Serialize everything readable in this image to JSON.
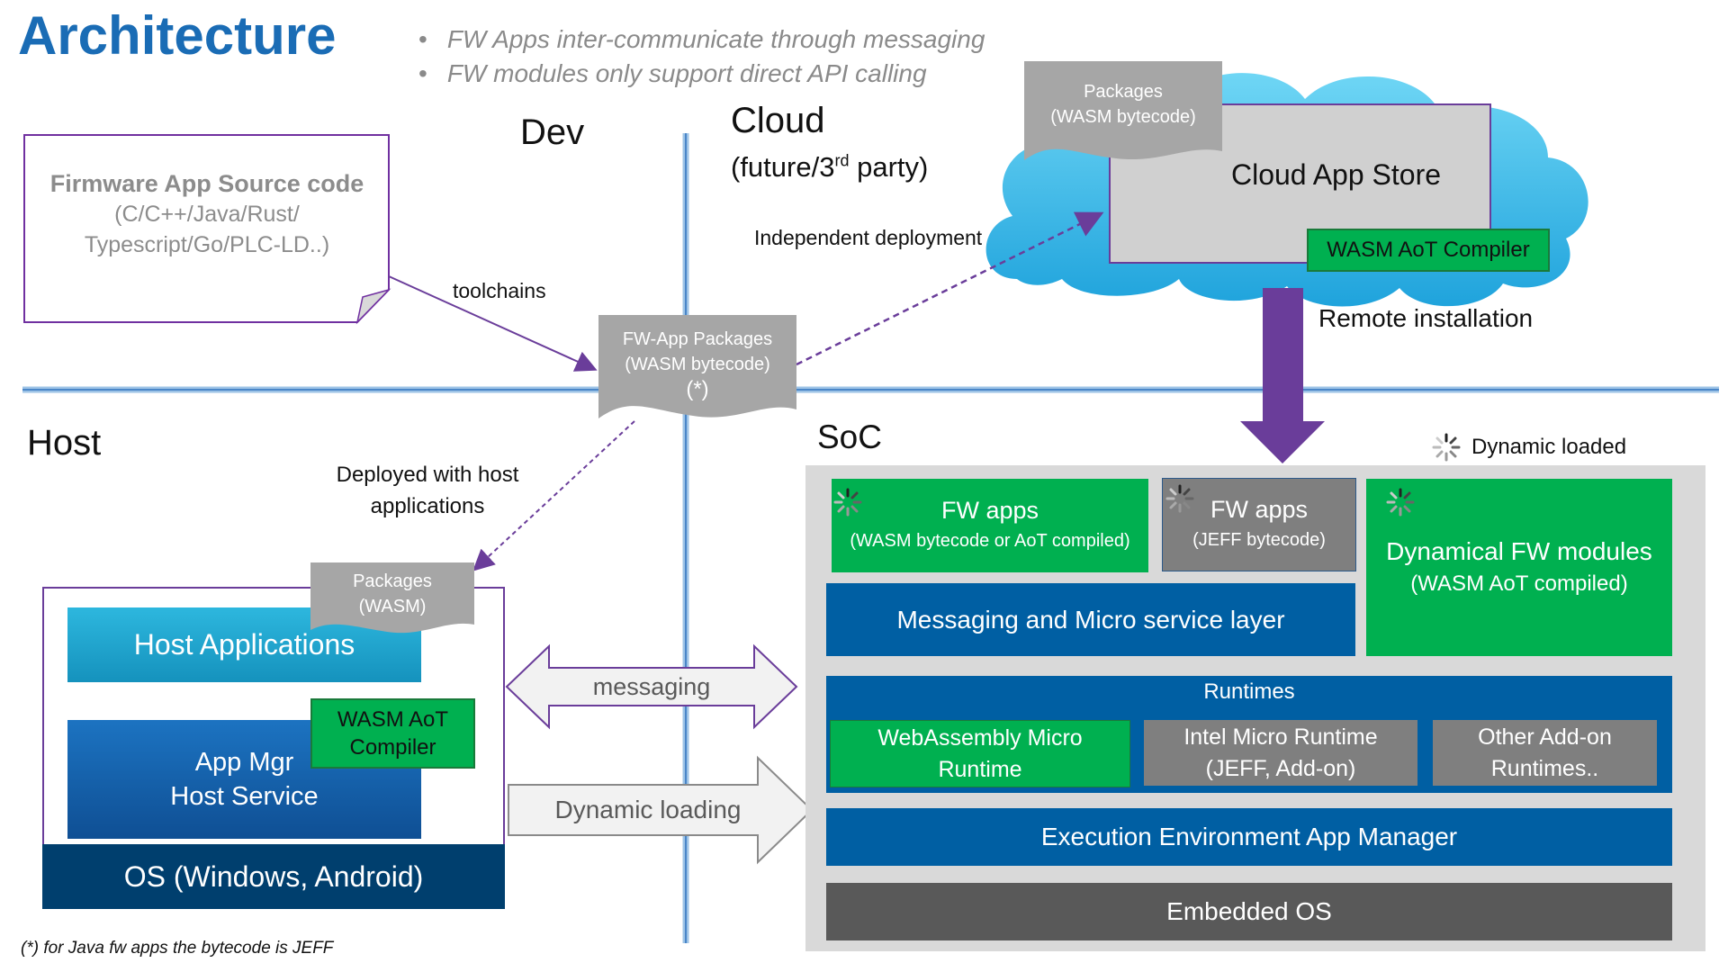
{
  "title": "Architecture",
  "bullets": [
    "FW Apps inter-communicate through messaging",
    "FW modules only support direct API calling"
  ],
  "zones": {
    "dev": "Dev",
    "cloud_line1": "Cloud",
    "cloud_line2": "(future/3",
    "cloud_sup": "rd",
    "cloud_line2_end": " party)",
    "host": "Host",
    "soc": "SoC"
  },
  "source_box": {
    "title": "Firmware App Source code",
    "line1": "(C/C++/Java/Rust/",
    "line2": "Typescript/Go/PLC-LD..)"
  },
  "labels": {
    "toolchains": "toolchains",
    "independent_deployment": "Independent deployment",
    "remote_installation": "Remote installation",
    "deployed_with_host_1": "Deployed with host",
    "deployed_with_host_2": "applications",
    "dynamic_loaded": "Dynamic loaded",
    "messaging": "messaging",
    "dynamic_loading": "Dynamic loading",
    "footnote": "(*) for Java fw apps the bytecode is JEFF"
  },
  "fw_packages": {
    "line1": "FW-App Packages",
    "line2": "(WASM bytecode)",
    "line3": "(*)"
  },
  "cloud_packages": {
    "line1": "Packages",
    "line2": "(WASM bytecode)"
  },
  "cloud_store": {
    "title": "Cloud App Store",
    "compiler": "WASM AoT Compiler"
  },
  "host_block": {
    "packages_line1": "Packages",
    "packages_line2": "(WASM)",
    "host_apps": "Host Applications",
    "app_mgr_line1": "App Mgr",
    "app_mgr_line2": "Host Service",
    "compiler_line1": "WASM AoT",
    "compiler_line2": "Compiler",
    "os": "OS (Windows, Android)"
  },
  "soc_block": {
    "fw_apps_wasm_title": "FW apps",
    "fw_apps_wasm_sub": "(WASM bytecode or AoT compiled)",
    "fw_apps_jeff_title": "FW apps",
    "fw_apps_jeff_sub": "(JEFF bytecode)",
    "dyn_modules_title": "Dynamical FW modules",
    "dyn_modules_sub": "(WASM AoT compiled)",
    "messaging_layer": "Messaging and Micro service layer",
    "runtimes": "Runtimes",
    "wamr_line1": "WebAssembly Micro",
    "wamr_line2": "Runtime",
    "intel_line1": "Intel Micro Runtime",
    "intel_line2": "(JEFF, Add-on)",
    "other_line1": "Other Add-on",
    "other_line2": "Runtimes..",
    "app_manager": "Execution Environment App Manager",
    "embedded_os": "Embedded OS"
  },
  "colors": {
    "title": "#1a6cb5",
    "green": "#00b050",
    "blue": "#005fa3",
    "host_blue": "#1ca3cc",
    "purple": "#6a3d9a",
    "gray": "#a6a6a6",
    "dark_gray": "#595959"
  }
}
